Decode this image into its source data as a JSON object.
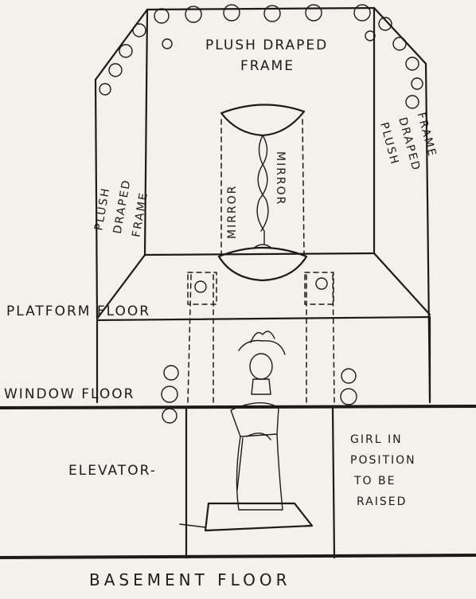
{
  "labels": {
    "top_frame_line1": "PLUSH DRAPED",
    "top_frame_line2": "FRAME",
    "left_frame_1": "PLUSH",
    "left_frame_2": "DRAPED",
    "left_frame_3": "FRAME",
    "right_frame_1": "PLUSH",
    "right_frame_2": "DRAPED",
    "right_frame_3": "FRAME",
    "mirror_left": "MIRROR",
    "mirror_right": "MIRROR",
    "platform_floor": "PLATFORM FLOOR",
    "window_floor": "WINDOW FLOOR",
    "elevator": "ELEVATOR-",
    "girl_line1": "GIRL IN",
    "girl_line2": "POSITION",
    "girl_line3": "TO BE",
    "girl_line4": "RAISED",
    "basement_floor": "BASEMENT FLOOR"
  }
}
